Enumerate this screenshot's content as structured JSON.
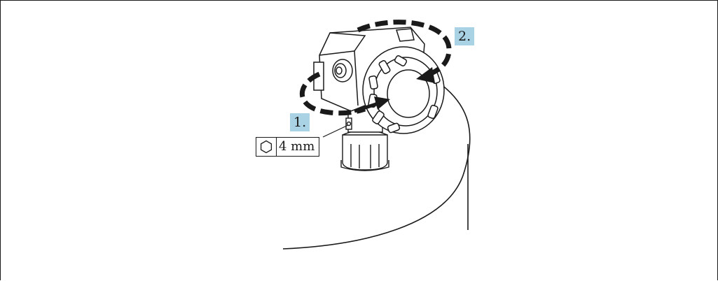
{
  "steps": {
    "step1_label": "1.",
    "step2_label": "2."
  },
  "tool": {
    "icon": "hex-key-icon",
    "size_label": "4 mm"
  },
  "colors": {
    "step_label_bg": "#a9d2e4",
    "line": "#1a1a1a"
  }
}
